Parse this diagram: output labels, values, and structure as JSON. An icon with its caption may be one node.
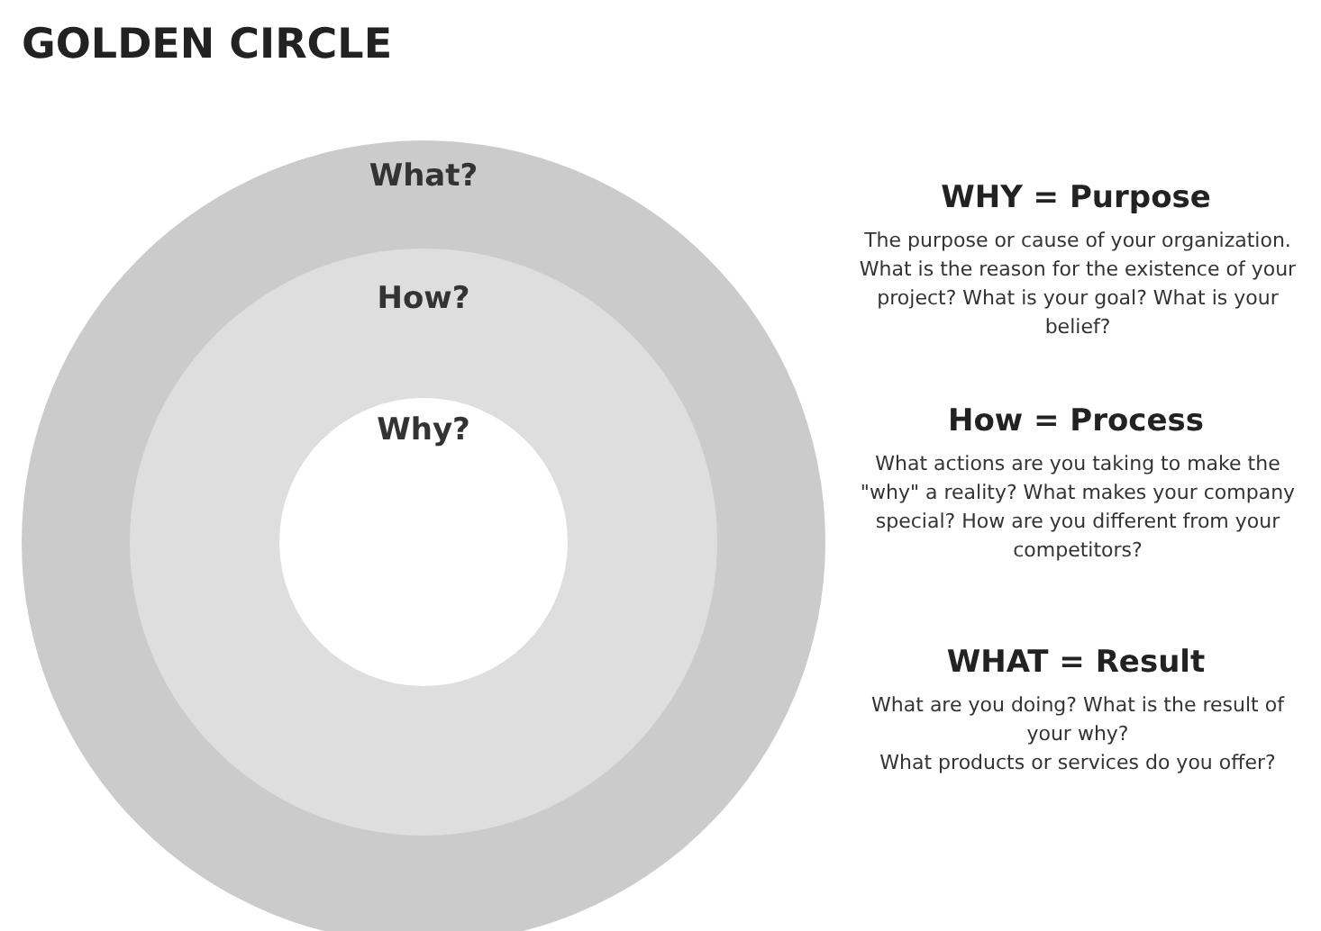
{
  "diagram": {
    "title": "GOLDEN CIRCLE",
    "nodes": [
      {
        "text": [
          "What?"
        ]
      },
      {
        "text": [
          "How?"
        ],
        "in": 0
      },
      {
        "text": [
          "Why?"
        ],
        "in": 1
      }
    ],
    "labels": [
      "WHY = Purpose",
      "The purpose or cause of your organization. What is the reason for the existence of your project? What is your goal? What is your belief?",
      "How = Process",
      "What actions are you taking to make the \"why\" a reality? What makes your company special? How are you different from your competitors?",
      "WHAT = Result",
      "What are you doing? What is the result of your why?",
      "What products or services do you offer?"
    ]
  }
}
